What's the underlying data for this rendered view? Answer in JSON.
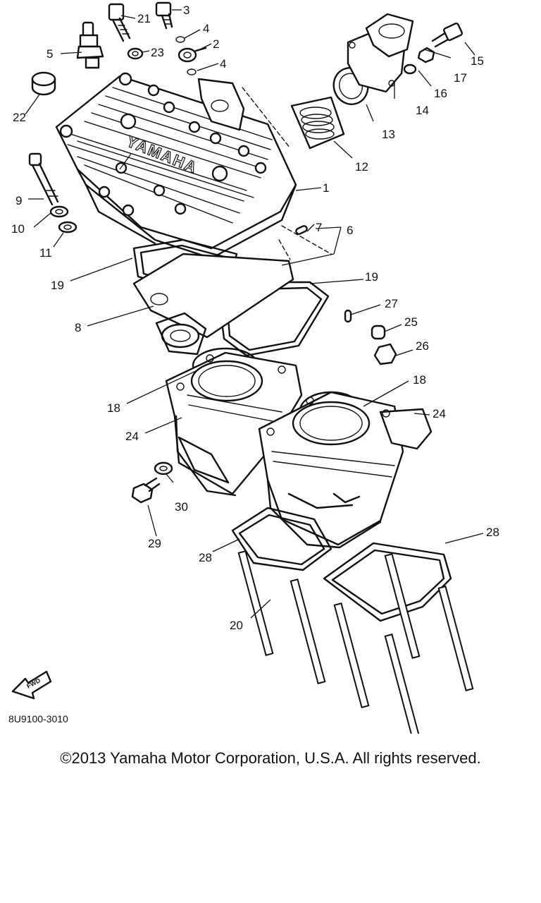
{
  "diagram": {
    "callouts": {
      "c1": "1",
      "c2": "2",
      "c3": "3",
      "c4a": "4",
      "c4b": "4",
      "c5": "5",
      "c6": "6",
      "c7": "7",
      "c8": "8",
      "c9": "9",
      "c10": "10",
      "c11": "11",
      "c12": "12",
      "c13": "13",
      "c14": "14",
      "c15": "15",
      "c16": "16",
      "c17": "17",
      "c18a": "18",
      "c18b": "18",
      "c19a": "19",
      "c19b": "19",
      "c20": "20",
      "c21": "21",
      "c22": "22",
      "c23": "23",
      "c24a": "24",
      "c24b": "24",
      "c25": "25",
      "c26": "26",
      "c27": "27",
      "c28a": "28",
      "c28b": "28",
      "c29": "29",
      "c30": "30"
    },
    "head_brand": "YAMAHA",
    "fwd_label": "FWD",
    "diagram_code": "8U9100-3010"
  },
  "footer": {
    "copyright": "©2013 Yamaha Motor Corporation, U.S.A. All rights reserved."
  }
}
